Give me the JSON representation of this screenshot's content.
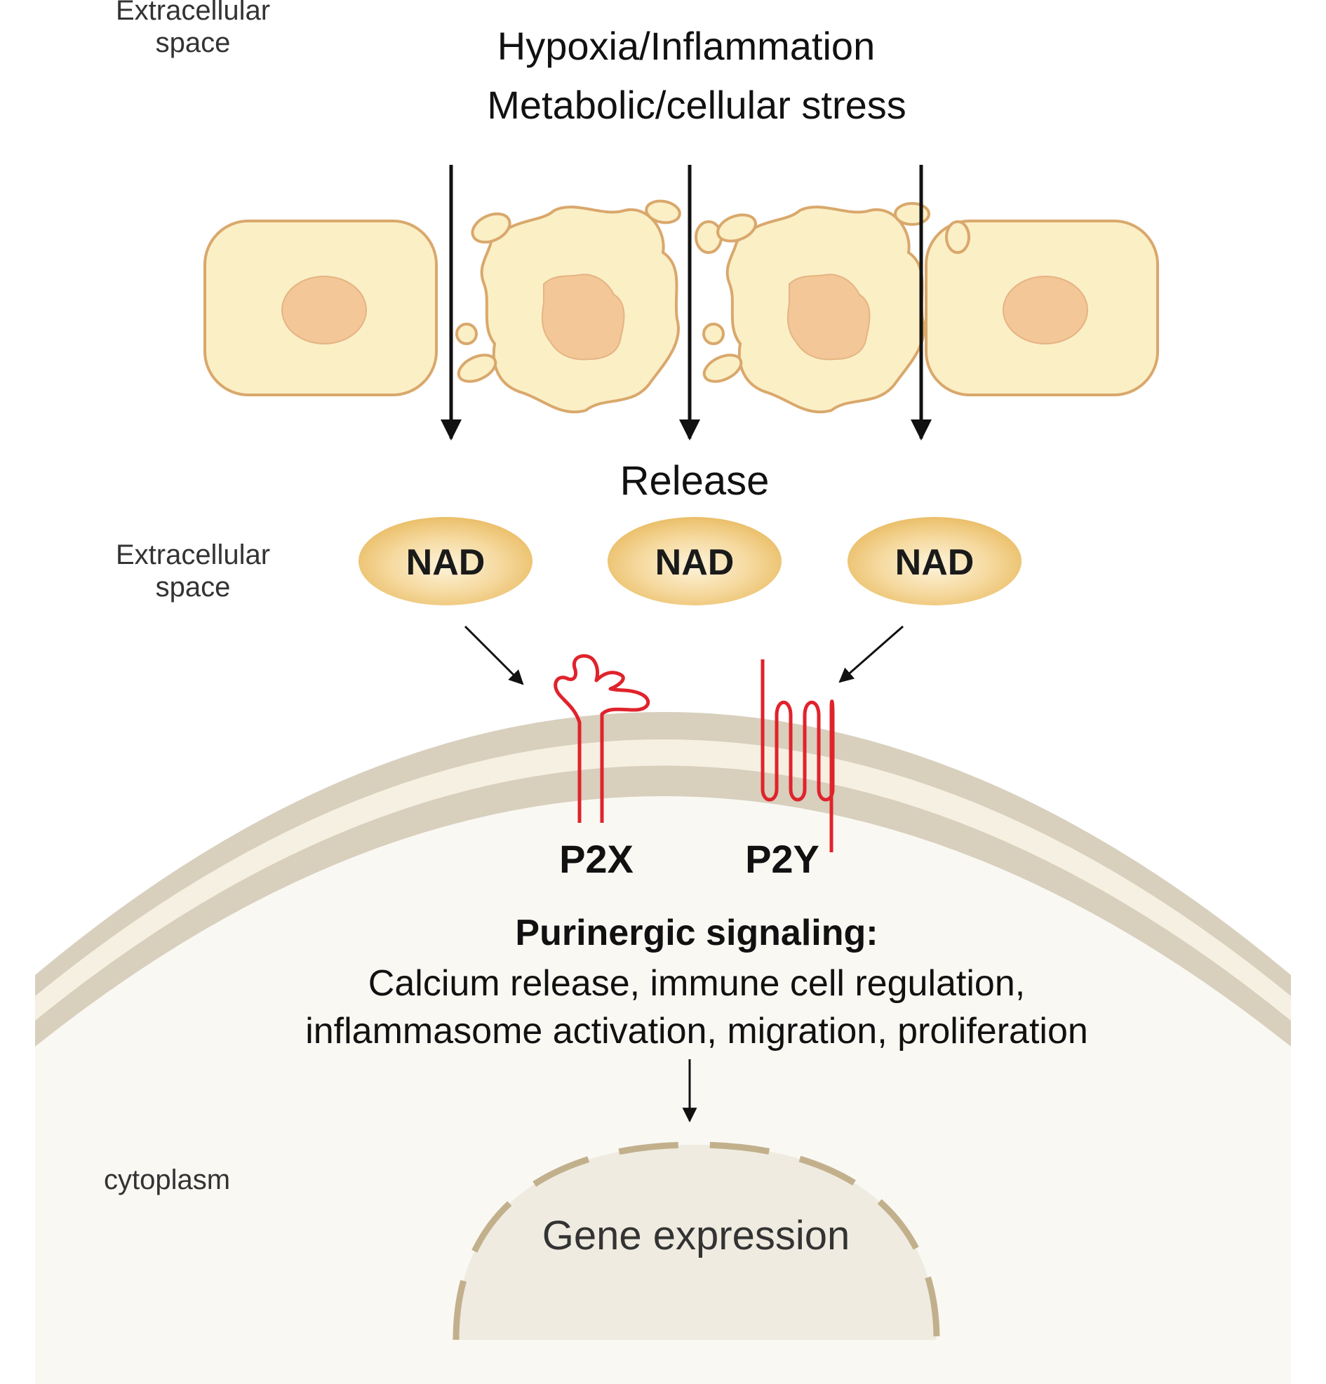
{
  "regions": {
    "top_label": "Extracellular\nspace",
    "middle_label": "Extracellular\nspace",
    "cytoplasm_label": "cytoplasm"
  },
  "stimuli": {
    "line1": "Hypoxia/Inflammation",
    "line2": "Metabolic/cellular stress"
  },
  "release_label": "Release",
  "nad": [
    "NAD",
    "NAD",
    "NAD"
  ],
  "receptors": {
    "p2x": "P2X",
    "p2y": "P2Y"
  },
  "signaling": {
    "title": "Purinergic signaling:",
    "line1": "Calcium release, immune cell regulation,",
    "line2": "inflammasome activation, migration, proliferation"
  },
  "gene_expression": "Gene expression",
  "colors": {
    "cell_fill": "#fbefc6",
    "cell_stroke": "#d9a86c",
    "nucleus_fill": "#f3c797",
    "nad_fill": "#efc67a",
    "receptor": "#e0232b",
    "membrane": "#d8cfbd",
    "cytoplasm": "#faf8f3",
    "nucleus_region": "#efebe0",
    "nucleus_dash": "#c2b08d"
  }
}
